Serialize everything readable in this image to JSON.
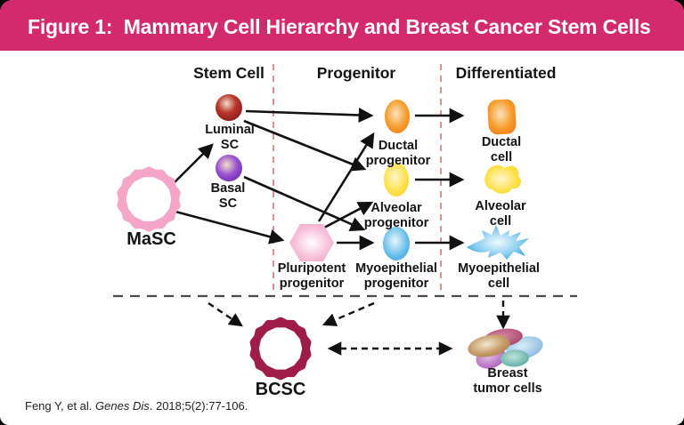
{
  "header": {
    "title": "Figure 1:  Mammary Cell Hierarchy and Breast Cancer Stem Cells",
    "bg_color": "#d22a6d"
  },
  "columns": {
    "stem_cell": "Stem Cell",
    "progenitor": "Progenitor",
    "differentiated": "Differentiated"
  },
  "nodes": {
    "masc": {
      "label": "MaSC"
    },
    "luminal_sc": {
      "line1": "Luminal",
      "line2": "SC"
    },
    "basal_sc": {
      "line1": "Basal",
      "line2": "SC"
    },
    "pluripotent_progenitor": {
      "line1": "Pluripotent",
      "line2": "progenitor"
    },
    "ductal_progenitor": {
      "line1": "Ductal",
      "line2": "progenitor"
    },
    "alveolar_progenitor": {
      "line1": "Alveolar",
      "line2": "progenitor"
    },
    "myoepithelial_progenitor": {
      "line1": "Myoepithelial",
      "line2": "progenitor"
    },
    "ductal_cell": {
      "line1": "Ductal",
      "line2": "cell"
    },
    "alveolar_cell": {
      "line1": "Alveolar",
      "line2": "cell"
    },
    "myoepithelial_cell": {
      "line1": "Myoepithelial",
      "line2": "cell"
    },
    "bcsc": {
      "label": "BCSC"
    },
    "breast_tumor_cells": {
      "line1": "Breast",
      "line2": "tumor cells"
    }
  },
  "citation": {
    "prefix": "Feng Y, et al. ",
    "journal": "Genes Dis",
    "suffix": ". 2018;5(2):77-106."
  },
  "colors": {
    "header_bg": "#d22a6d",
    "masc_star": "#f4a6c6",
    "bcsc_star": "#9e1c47",
    "luminal_sc": "#8f1d1d",
    "basal_sc": "#7c35c9",
    "ductal": "#f5871f",
    "alveolar": "#fedf45",
    "myoepithelial": "#49ade4",
    "pluripotent": "#f2a0c5",
    "column_divider": "#dd9191",
    "arrow": "#111111"
  }
}
